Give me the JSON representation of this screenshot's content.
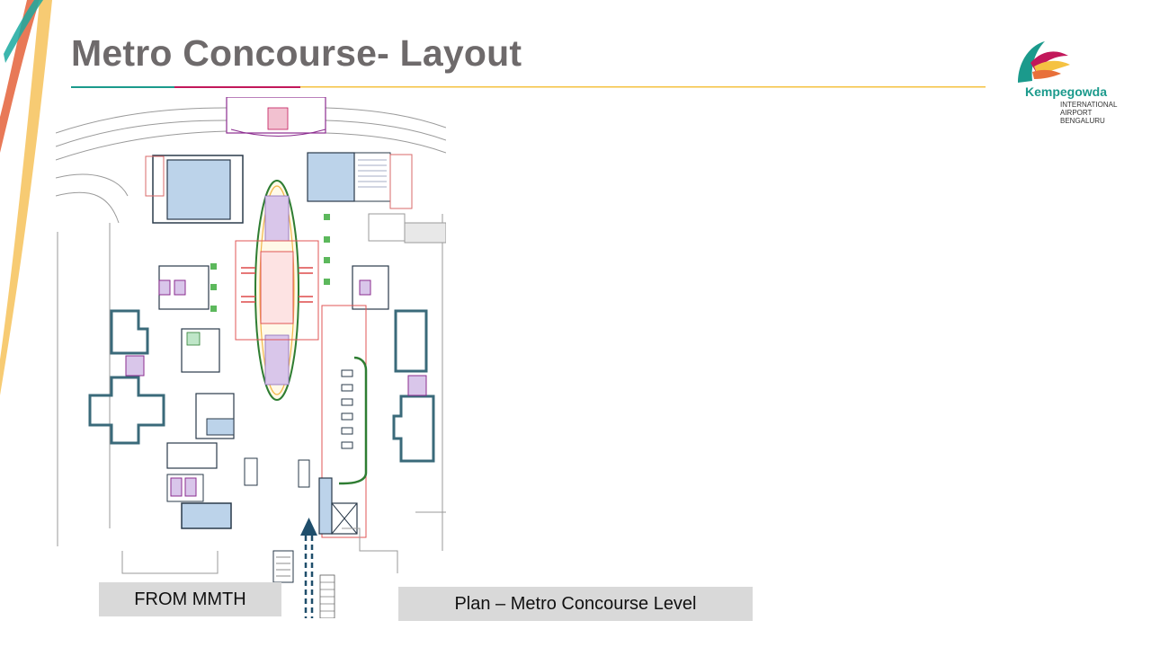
{
  "slide": {
    "title": "Metro Concourse- Layout",
    "colors": {
      "title": "#6e6a6b",
      "teal": "#1b9a8c",
      "magenta": "#c2185b",
      "gold": "#f5c242",
      "orange": "#e8703a",
      "arrow": "#1f4e6b",
      "label_bg": "#d9d9d9"
    }
  },
  "logo": {
    "name": "Kempegowda",
    "lines": [
      "INTERNATIONAL",
      "AIRPORT",
      "BENGALURU"
    ]
  },
  "plan": {
    "icon": "floor-plan-drawing",
    "direction_arrow": "up-arrow"
  },
  "labels": {
    "from": "FROM MMTH",
    "caption": "Plan – Metro Concourse Level"
  }
}
